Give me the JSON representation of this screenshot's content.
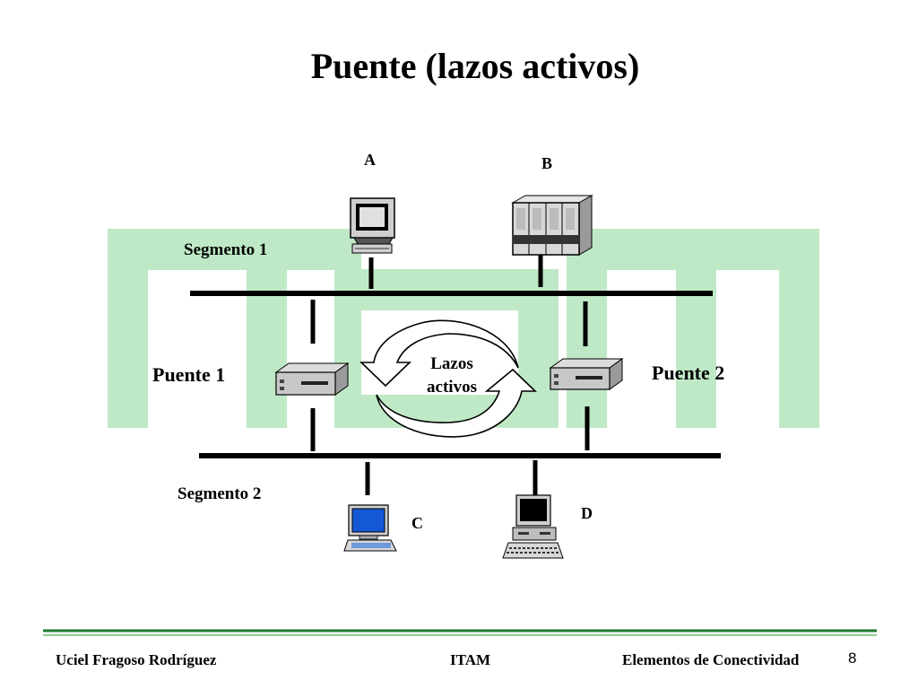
{
  "slide": {
    "title": "Puente (lazos activos)",
    "page_number": "8"
  },
  "diagram": {
    "segments": [
      "Segmento 1",
      "Segmento 2"
    ],
    "bridges": [
      "Puente 1",
      "Puente 2"
    ],
    "loop_label_line1": "Lazos",
    "loop_label_line2": "activos",
    "nodes": [
      "A",
      "B",
      "C",
      "D"
    ]
  },
  "footer": {
    "author": "Uciel Fragoso Rodríguez",
    "institution": "ITAM",
    "topic": "Elementos de Conectividad"
  },
  "colors": {
    "watermark": "#bfe9c6",
    "rule_dark": "#1e7a2e",
    "rule_light": "#8fd08f",
    "line": "#000000"
  }
}
